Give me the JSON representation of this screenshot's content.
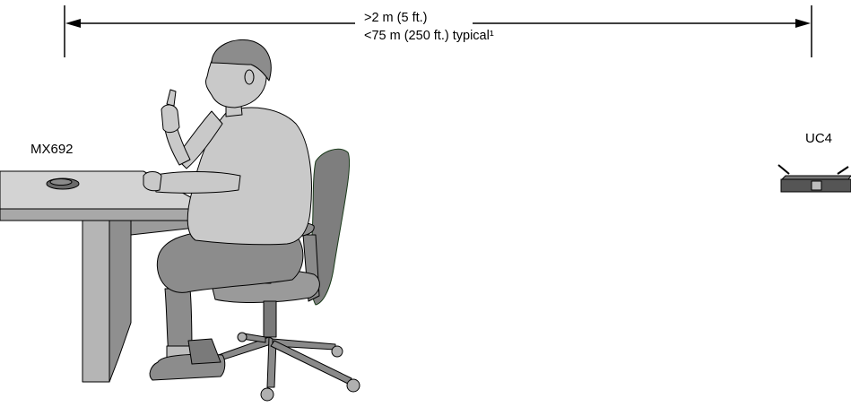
{
  "distance": {
    "minimum": ">2 m (5 ft.)",
    "typical": "<75 m (250 ft.) typical¹"
  },
  "devices": {
    "microphone": "MX692",
    "receiver": "UC4"
  },
  "colors": {
    "figure_fill": "#c9c9c9",
    "figure_dark": "#8c8c8c",
    "chair_fill": "#9a9a9a",
    "chair_back": "#7e7e7e",
    "desk_top": "#d3d3d3",
    "desk_front": "#a8a8a8",
    "receiver_body": "#555555",
    "line": "#000000"
  }
}
